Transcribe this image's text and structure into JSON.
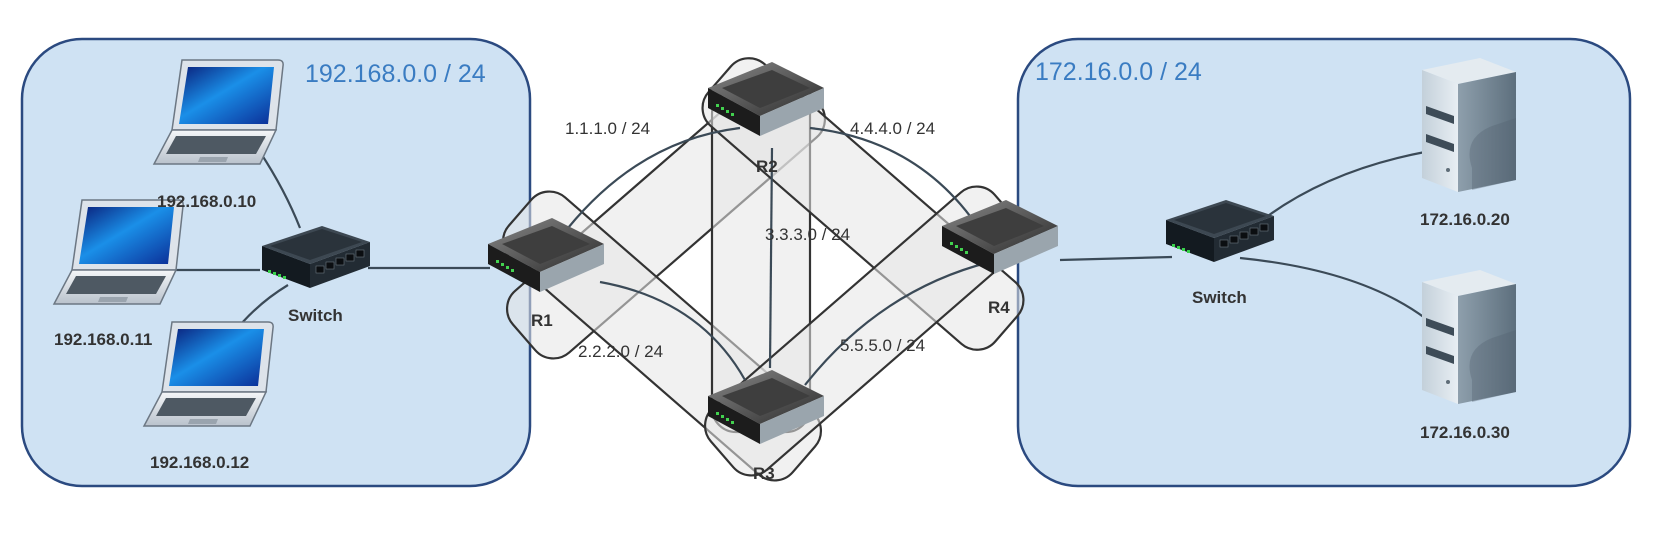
{
  "colors": {
    "lan_fill": "#cfe2f3",
    "lan_stroke": "#2b4a80",
    "link_fill": "#e6e6e6",
    "link_stroke": "#333333",
    "network_label": "#3a7cc2",
    "cable": "#3b4a57"
  },
  "networks": {
    "left": "192.168.0.0 / 24",
    "right": "172.16.0.0 / 24"
  },
  "links": {
    "r1_r2": "1.1.1.0 / 24",
    "r1_r3": "2.2.2.0 / 24",
    "r2_r3": "3.3.3.0 / 24",
    "r2_r4": "4.4.4.0 / 24",
    "r3_r4": "5.5.5.0 / 24"
  },
  "routers": {
    "r1": "R1",
    "r2": "R2",
    "r3": "R3",
    "r4": "R4"
  },
  "switches": {
    "left": "Switch",
    "right": "Switch"
  },
  "hosts": {
    "laptop1": "192.168.0.10",
    "laptop2": "192.168.0.11",
    "laptop3": "192.168.0.12",
    "server1": "172.16.0.20",
    "server2": "172.16.0.30"
  },
  "icons": {
    "laptop": "laptop-icon",
    "switch": "switch-icon",
    "router": "router-icon",
    "server": "server-icon"
  }
}
